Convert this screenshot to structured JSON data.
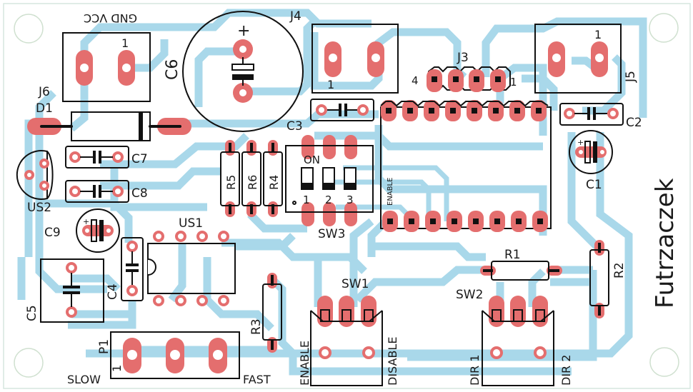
{
  "board": {
    "title": "Futrzaczek",
    "colors": {
      "copper_trace": "#a9d8ea",
      "pad": "#e46e6e",
      "silkscreen": "#111111",
      "background": "#ffffff"
    }
  },
  "components": {
    "J6": {
      "ref": "J6",
      "pin1": "1",
      "pin_labels": [
        "GND",
        "VCC"
      ],
      "pin_label_text": "GND VCC"
    },
    "D1": {
      "ref": "D1"
    },
    "C6": {
      "ref": "C6",
      "polarity": "+"
    },
    "J4": {
      "ref": "J4",
      "pin1": "1"
    },
    "J3": {
      "ref": "J3",
      "pin_left": "4",
      "pin_right": "1"
    },
    "J5": {
      "ref": "J5",
      "pin1": "1"
    },
    "C3": {
      "ref": "C3"
    },
    "C2": {
      "ref": "C2"
    },
    "C1": {
      "ref": "C1",
      "polarity": "+"
    },
    "C7": {
      "ref": "C7"
    },
    "C8": {
      "ref": "C8"
    },
    "US2": {
      "ref": "US2"
    },
    "C9": {
      "ref": "C9",
      "polarity": "+"
    },
    "US1": {
      "ref": "US1"
    },
    "C4": {
      "ref": "C4"
    },
    "C5": {
      "ref": "C5"
    },
    "R5": {
      "ref": "R5"
    },
    "R6": {
      "ref": "R6"
    },
    "R4": {
      "ref": "R4"
    },
    "R3": {
      "ref": "R3"
    },
    "R1": {
      "ref": "R1"
    },
    "R2": {
      "ref": "R2"
    },
    "SW3": {
      "ref": "SW3",
      "on_label": "ON",
      "switch_numbers": [
        "1",
        "2",
        "3"
      ]
    },
    "U_module": {
      "label": "ENABLE"
    },
    "SW1": {
      "ref": "SW1",
      "left_label": "ENABLE",
      "right_label": "DISABLE"
    },
    "SW2": {
      "ref": "SW2",
      "left_label": "DIR 1",
      "right_label": "DIR 2"
    },
    "P1": {
      "ref": "P1",
      "pin1": "1",
      "left_label": "SLOW",
      "right_label": "FAST"
    }
  }
}
